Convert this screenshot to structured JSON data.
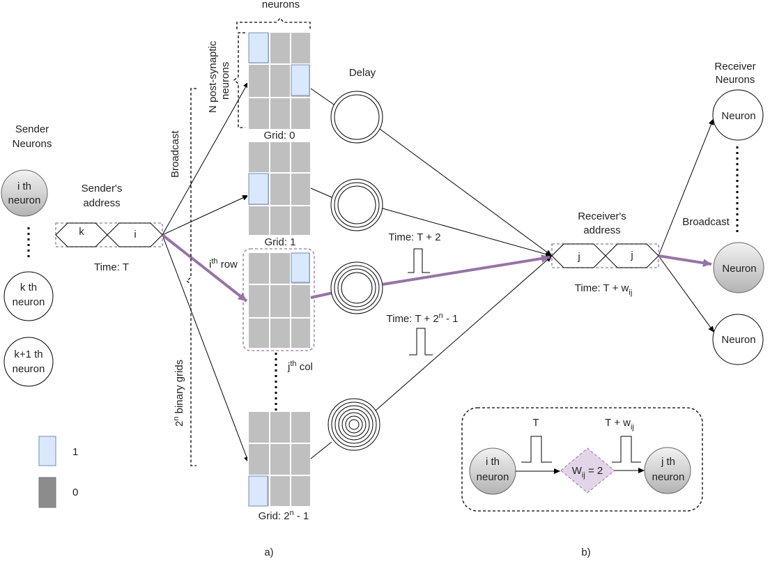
{
  "sender": {
    "title_line1": "Sender",
    "title_line2": "Neurons",
    "neurons": [
      {
        "line1": "i th",
        "line2": "neuron",
        "active": true
      },
      {
        "line1": "k th",
        "line2": "neuron",
        "active": false
      },
      {
        "line1": "k+1 th",
        "line2": "neuron",
        "active": false
      }
    ]
  },
  "sender_address": {
    "title_line1": "Sender's",
    "title_line2": "address",
    "fields": [
      "k",
      "i"
    ],
    "time": "Time: T"
  },
  "broadcast_left": "Broadcast",
  "brace_binary": {
    "base": "2",
    "sup": "n",
    "rest": " binary grids"
  },
  "brace_post_line1": "N post-synaptic",
  "brace_post_line2": "neurons",
  "brace_top": "neurons",
  "grids": [
    {
      "label": "Grid: 0"
    },
    {
      "label": "Grid: 1"
    },
    {
      "label": "",
      "highlight": true
    },
    {
      "label_base": "Grid: 2",
      "label_sup": "n",
      "label_rest": " - 1"
    }
  ],
  "row_label": {
    "base": "i",
    "sup": "th",
    "rest": " row"
  },
  "col_label": {
    "base": "j",
    "sup": "th",
    "rest": " col"
  },
  "delay_title": "Delay",
  "pulses": [
    {
      "label": "Time: T + 2"
    },
    {
      "label_base": "Time: T + 2",
      "label_sup": "n",
      "label_rest": " - 1"
    }
  ],
  "receiver_address": {
    "title_line1": "Receiver's",
    "title_line2": "address",
    "fields": [
      "j",
      "j"
    ],
    "time_base": "Time: T + w",
    "time_sub": "ij"
  },
  "receiver": {
    "title_line1": "Receiver",
    "title_line2": "Neurons",
    "broadcast": "Broadcast",
    "neurons": [
      "Neuron",
      "Neuron",
      "Neuron"
    ]
  },
  "legend": [
    {
      "value": "1",
      "color": "#dae8fc"
    },
    {
      "value": "0",
      "color": "#8c8c8c"
    }
  ],
  "inset": {
    "pulse1": "T",
    "pulse2_base": "T + w",
    "pulse2_sub": "ij",
    "src_line1": "i th",
    "src_line2": "neuron",
    "weight_base": "W",
    "weight_sub": "ij",
    "weight_rest": " = 2",
    "dst_line1": "j th",
    "dst_line2": "neuron"
  },
  "panel_labels": [
    "a)",
    "b)"
  ],
  "colors": {
    "highlight": "#9673a6",
    "one": "#dae8fc",
    "zero": "#bfbfbf"
  }
}
